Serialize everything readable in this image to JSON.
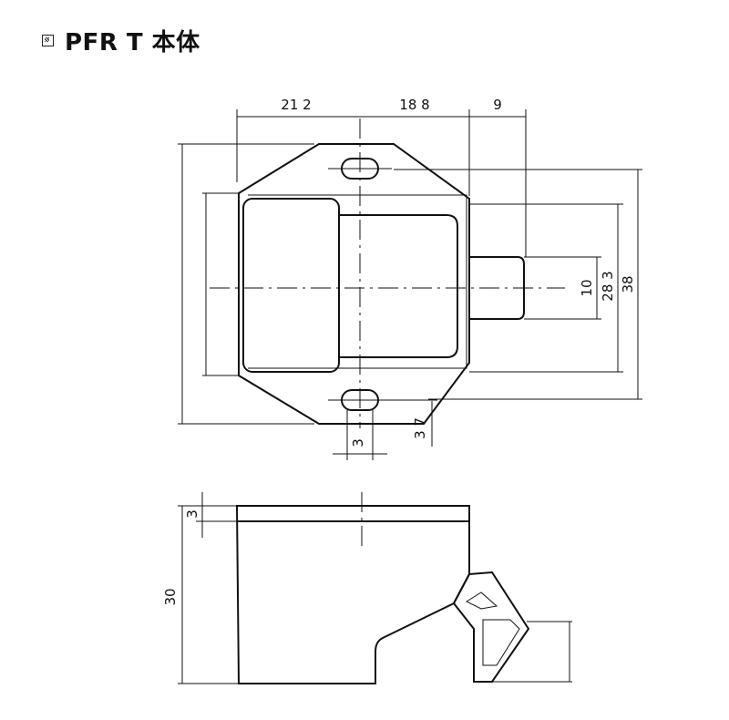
{
  "header": {
    "title": "PFR T 本体"
  },
  "dimensions": {
    "top_view": {
      "w_left": "21 2",
      "w_mid": "18 8",
      "w_right": "9",
      "h_10": "10",
      "h_283": "28 3",
      "h_38": "38",
      "slot_w": "3",
      "slot_offset": "3 7"
    },
    "side_view": {
      "h_3": "3",
      "h_30": "30"
    }
  }
}
